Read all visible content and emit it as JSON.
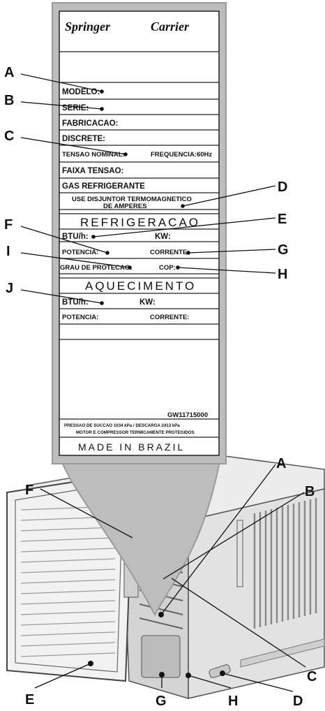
{
  "plate": {
    "brand_left": "Springer",
    "brand_right": "Carrier",
    "rows": {
      "modelo": "MODELO:",
      "serie": "SERIE:",
      "fabricacao": "FABRICACAO:",
      "discrete": "DISCRETE:",
      "tensao_nominal": "TENSAO NOMINAL:",
      "frequencia": "FREQUENCIA:60Hz",
      "faixa_tensao": "FAIXA TENSAO:",
      "gas": "GAS REFRIGERANTE",
      "disjuntor_1": "USE DISJUNTOR TERMOMAGNETICO",
      "disjuntor_2": "DE          AMPERES",
      "refrigeracao": "REFRIGERACAO",
      "btu_r": "BTU/h:",
      "kw_r": "KW:",
      "potencia_r": "POTENCIA:",
      "corrente_r": "CORRENTE:",
      "grau": "GRAU DE PROTECAO:",
      "cop": "COP:",
      "aquecimento": "AQUECIMENTO",
      "btu_a": "BTU/h:",
      "kw_a": "KW:",
      "potencia_a": "POTENCIA:",
      "corrente_a": "CORRENTE:",
      "code": "GW11715000",
      "pressao_1": "PRESSAO DE SUCCAO 1034 kPa  / DESCARGA  2413 kPa",
      "pressao_2": "MOTOR E COMPRESSOR TERMICAMENTE PROTEGIDOS",
      "made": "MADE IN BRAZIL"
    }
  },
  "labels": {
    "A": "A",
    "B": "B",
    "C": "C",
    "D": "D",
    "E": "E",
    "F": "F",
    "G": "G",
    "H": "H",
    "I": "I",
    "J": "J"
  }
}
